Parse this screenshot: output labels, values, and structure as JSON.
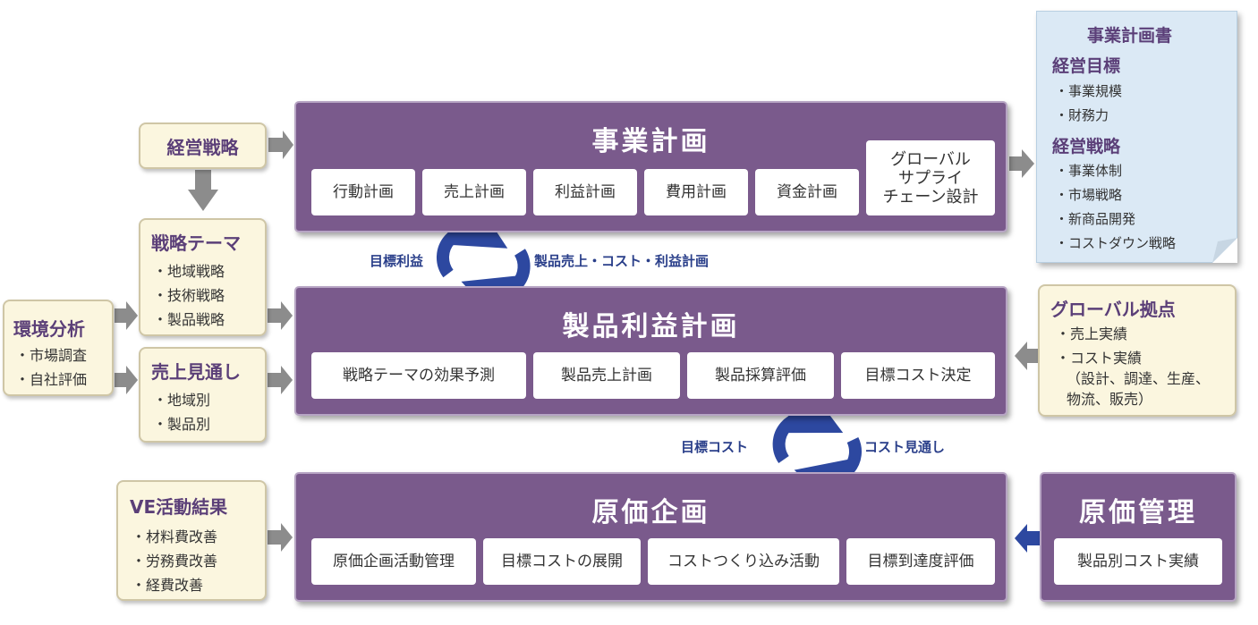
{
  "business_plan_doc": {
    "title": "事業計画書",
    "section1": "経営目標",
    "section1_items": [
      "・事業規模",
      "・財務力"
    ],
    "section2": "経営戦略",
    "section2_items": [
      "・事業体制",
      "・市場戦略",
      "・新商品開発",
      "・コストダウン戦略"
    ]
  },
  "management_strategy": {
    "title": "経営戦略"
  },
  "strategy_theme": {
    "title": "戦略テーマ",
    "items": [
      "・地域戦略",
      "・技術戦略",
      "・製品戦略"
    ]
  },
  "environment_analysis": {
    "title": "環境分析",
    "items": [
      "・市場調査",
      "・自社評価"
    ]
  },
  "sales_outlook": {
    "title": "売上見通し",
    "items": [
      "・地域別",
      "・製品別"
    ]
  },
  "ve_results": {
    "title": "VE活動結果",
    "items": [
      "・材料費改善",
      "・労務費改善",
      "・経費改善"
    ]
  },
  "global_bases": {
    "title": "グローバル拠点",
    "items": [
      "・売上実績",
      "・コスト実績"
    ],
    "detail": "（設計、調達、生産、\n物流、販売）"
  },
  "business_plan": {
    "title": "事業計画",
    "boxes": [
      "行動計画",
      "売上計画",
      "利益計画",
      "費用計画",
      "資金計画"
    ],
    "supply_chain": "グローバル\nサプライ\nチェーン設計"
  },
  "product_profit_plan": {
    "title": "製品利益計画",
    "boxes": [
      "戦略テーマの効果予測",
      "製品売上計画",
      "製品採算評価",
      "目標コスト決定"
    ]
  },
  "cost_planning": {
    "title": "原価企画",
    "boxes": [
      "原価企画活動管理",
      "目標コストの展開",
      "コストつくり込み活動",
      "目標到達度評価"
    ]
  },
  "cost_management": {
    "title": "原価管理",
    "box": "製品別コスト実績"
  },
  "flows": {
    "target_profit": "目標利益",
    "product_sales_plan": "製品売上・コスト・利益計画",
    "target_cost": "目標コスト",
    "cost_outlook": "コスト見通し"
  },
  "colors": {
    "purple": "#7a5a8c",
    "cream": "#fbf6df",
    "doc_blue": "#dbe9f5",
    "cycle_arrow": "#2d48a0",
    "gray_arrow": "#8c8c8c"
  }
}
